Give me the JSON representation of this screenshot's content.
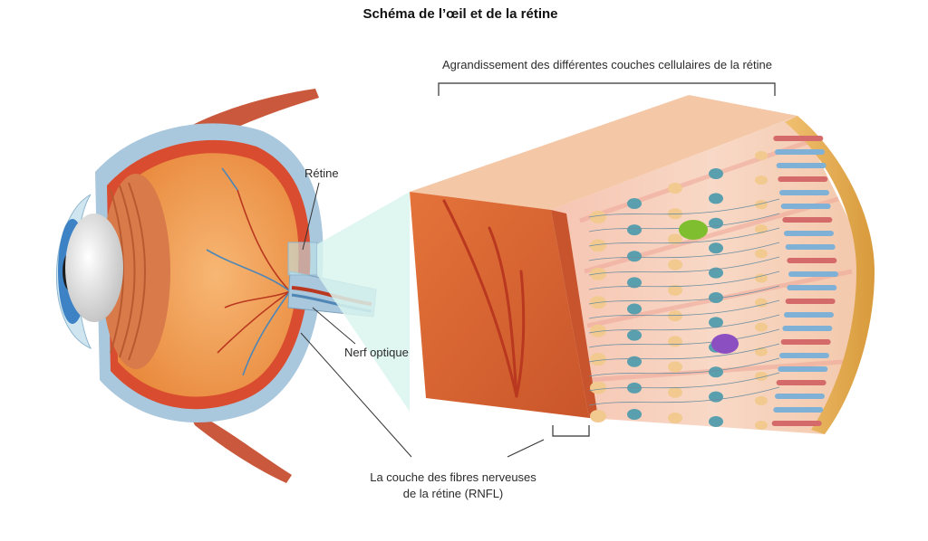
{
  "title": "Schéma de l’œil et de la rétine",
  "labels": {
    "magnification": "Agrandissement des différentes couches cellulaires de la rétine",
    "retina": "Rétine",
    "optic_nerve": "Nerf optique",
    "rnfl_line1": "La couche des fibres nerveuses",
    "rnfl_line2": "de la rétine (RNFL)"
  },
  "colors": {
    "muscle": "#c9583c",
    "sclera": "#a9c7dd",
    "choroid": "#d94c2f",
    "vitreous": "#f2a055",
    "lens": "#d8d8d8",
    "iris": "#3c82c4",
    "nerve_cells": "#5a9fae",
    "ganglion_green": "#7fbf2f",
    "amacrine_purple": "#8b4fc2",
    "magnifier_beam": "#d9f4ef"
  }
}
